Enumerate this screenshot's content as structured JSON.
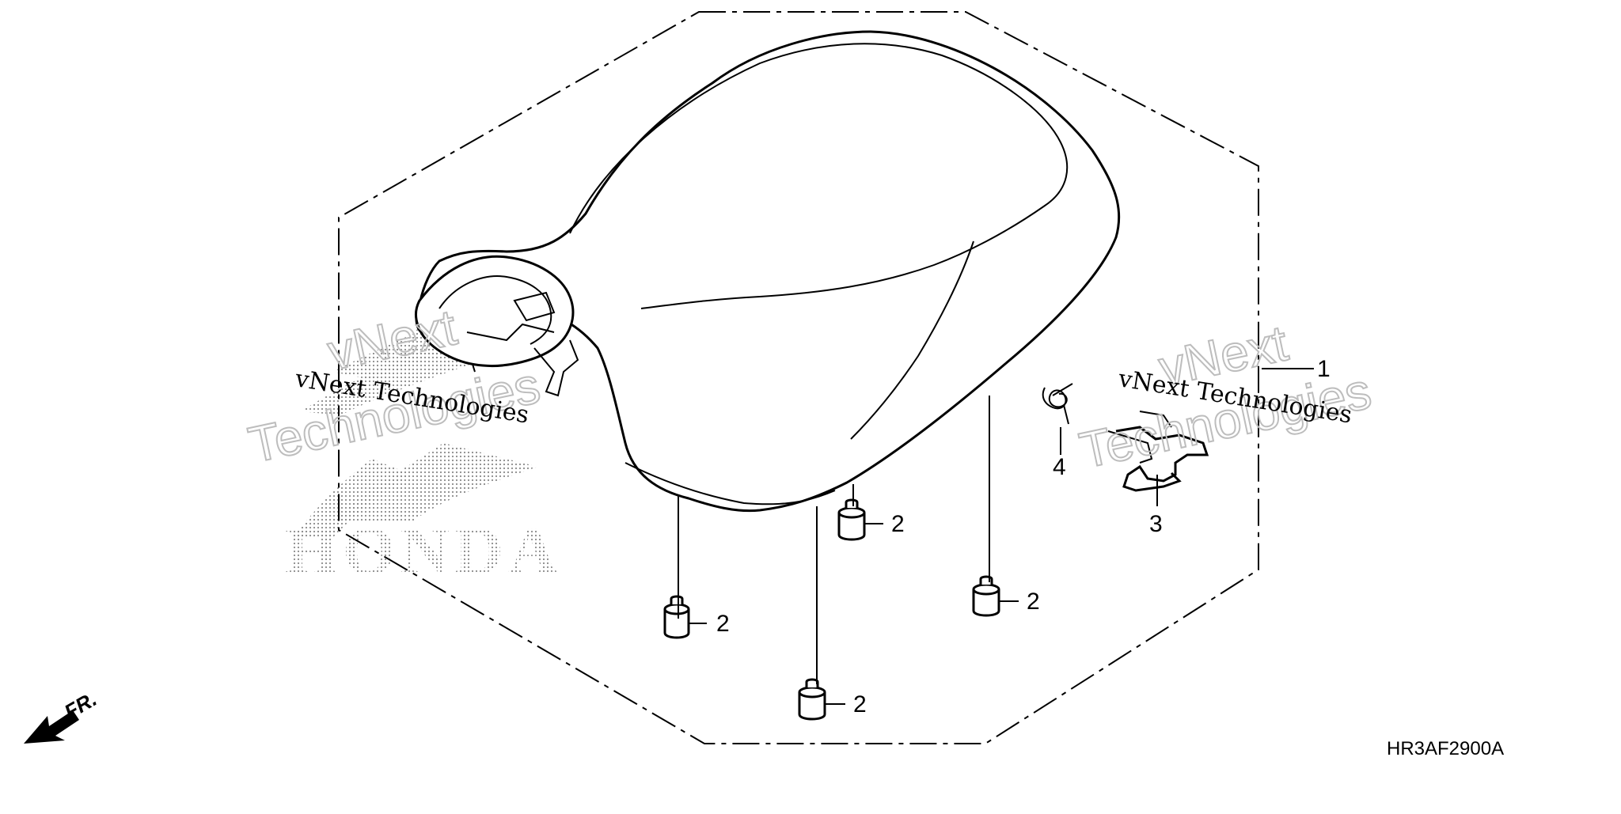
{
  "diagram": {
    "callouts": [
      {
        "id": "1",
        "label": "1"
      },
      {
        "id": "2a",
        "label": "2"
      },
      {
        "id": "2b",
        "label": "2"
      },
      {
        "id": "2c",
        "label": "2"
      },
      {
        "id": "2d",
        "label": "2"
      },
      {
        "id": "3",
        "label": "3"
      },
      {
        "id": "4",
        "label": "4"
      }
    ],
    "diagram_code": "HR3AF2900A",
    "front_indicator": "FR.",
    "logo_text": "HONDA",
    "watermark": {
      "line_small": "vNext Technologies",
      "line_big_1": "vNext",
      "line_big_2": "Technologies"
    }
  }
}
